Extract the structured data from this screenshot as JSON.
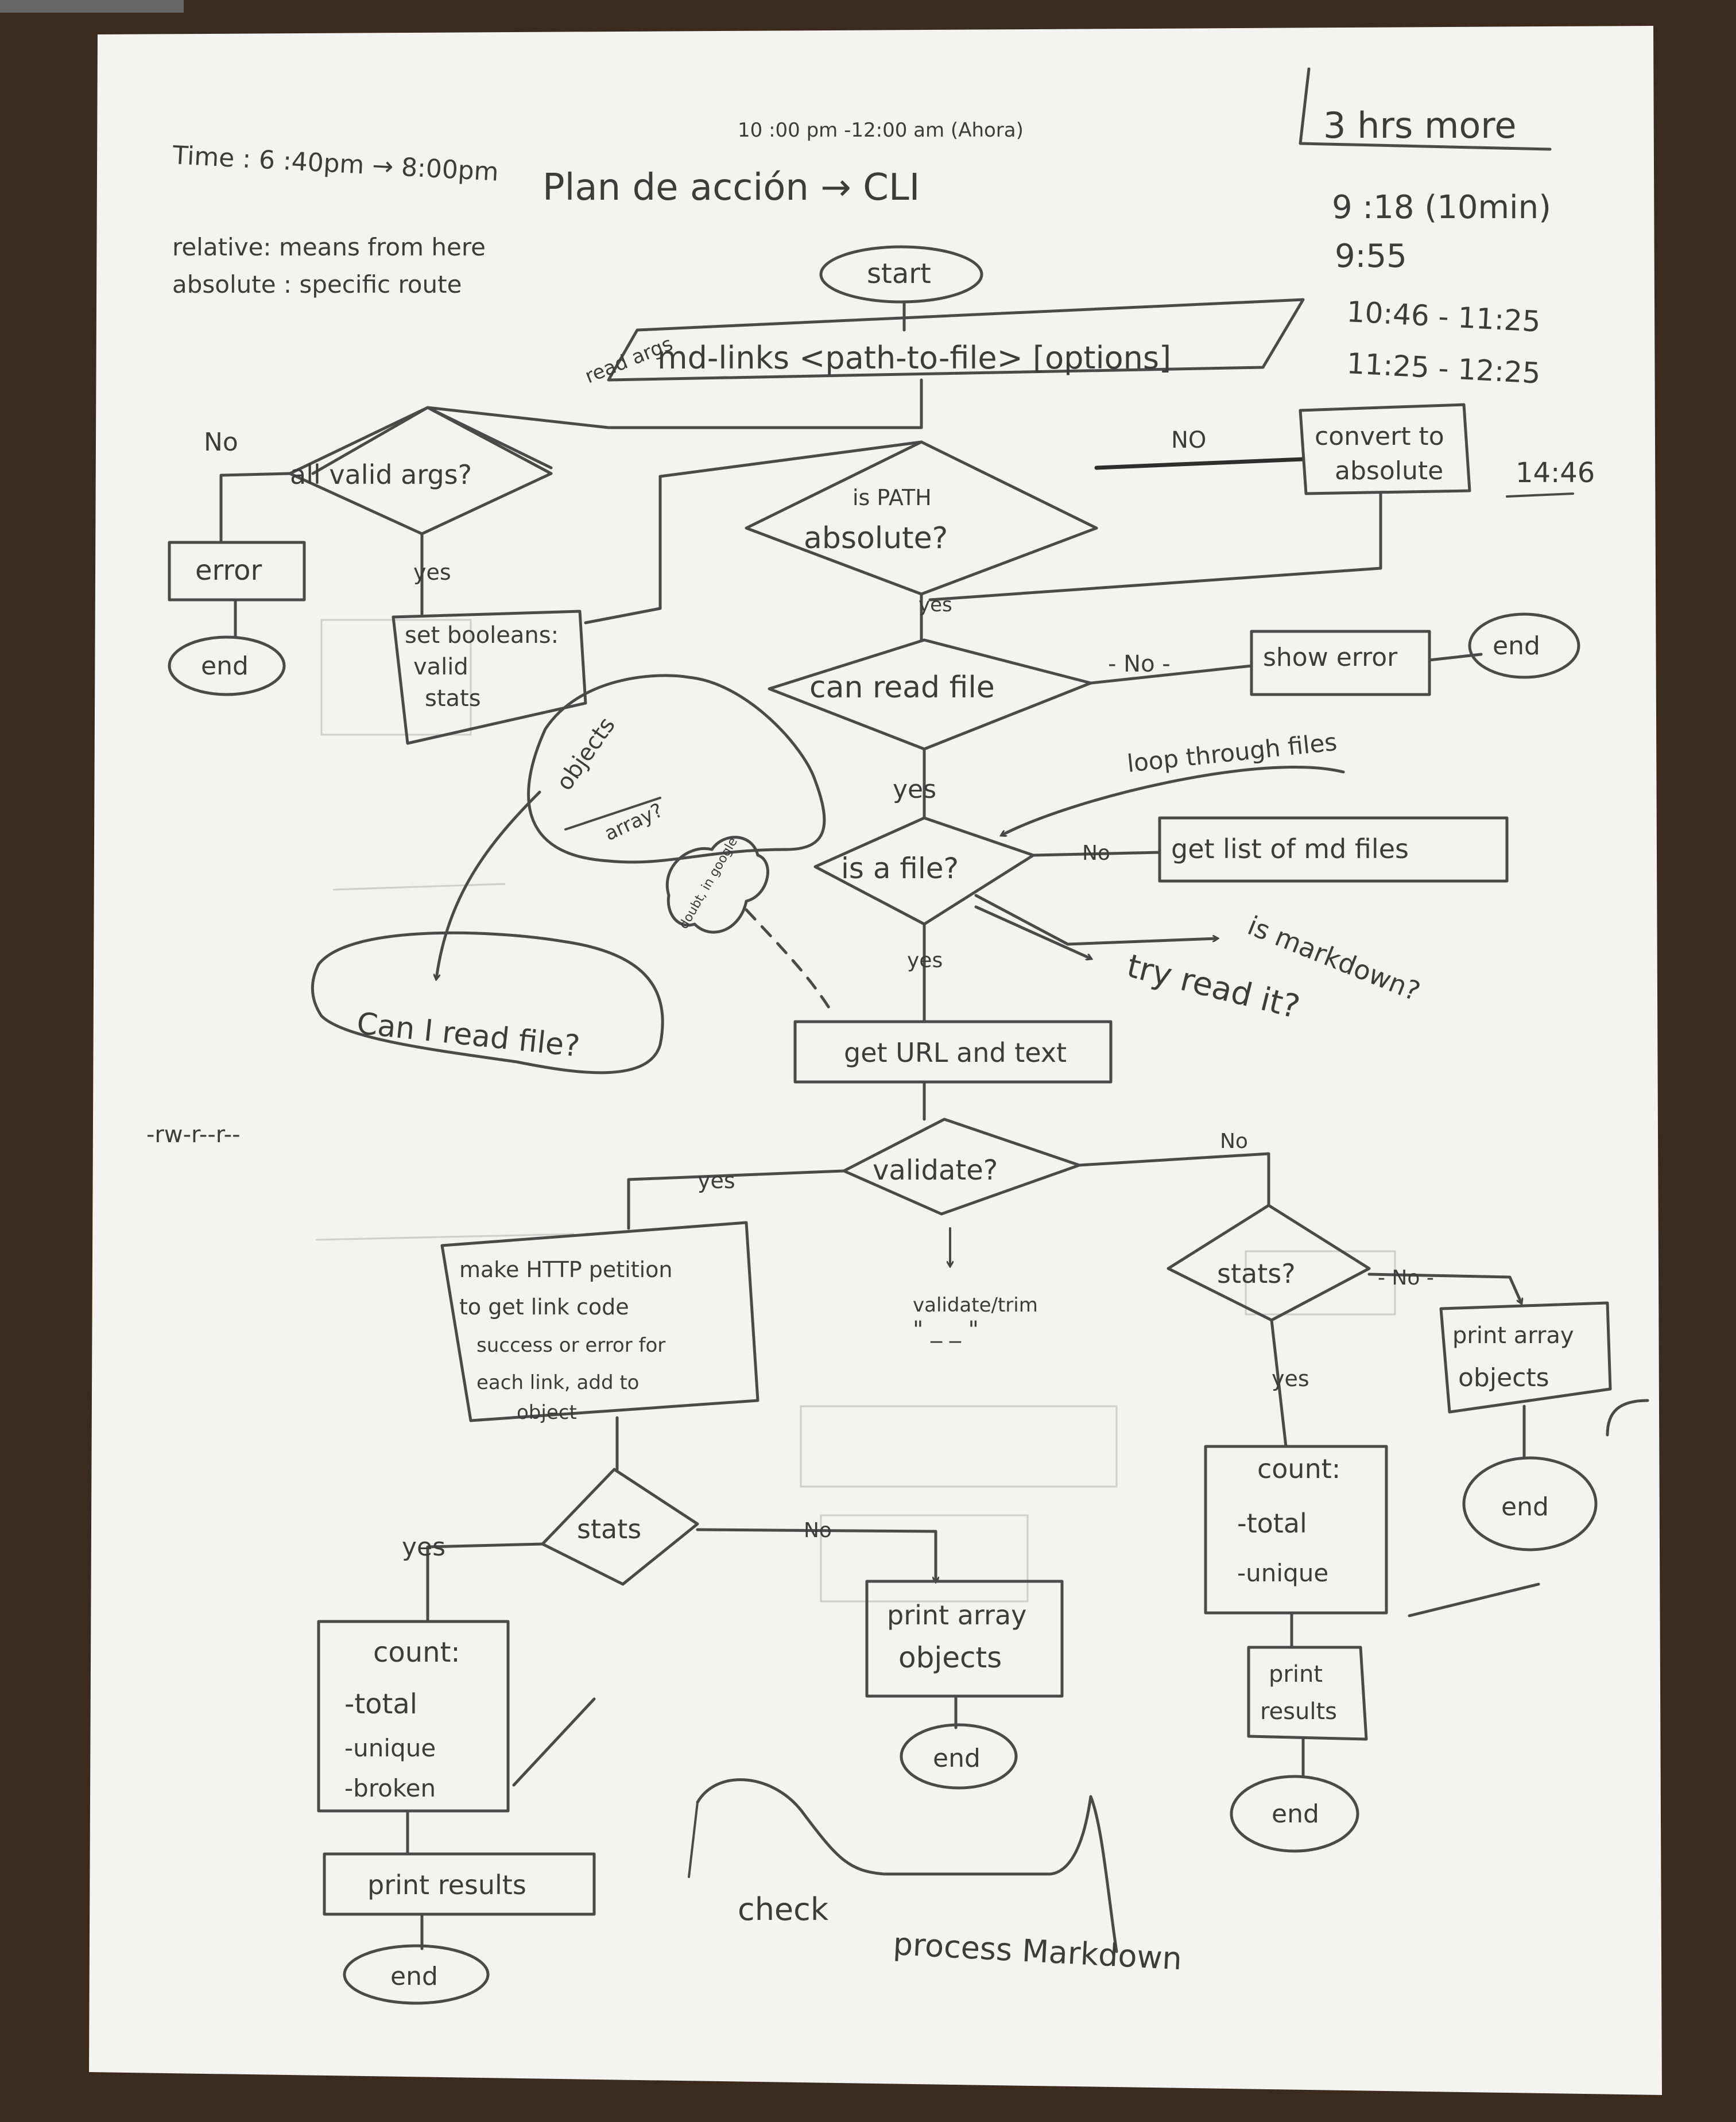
{
  "header": {
    "time": "Time : 6 :40pm → 8:00pm",
    "time2": "10 :00 pm  -12:00 am (Ahora)",
    "title": "Plan de acción → CLI",
    "relative": "relative: means from here",
    "absolute": "absolute : specific route"
  },
  "timelog": {
    "total": "3 hrs more",
    "entries": [
      "9 :18 (10min)",
      "9:55",
      "10:46 - 11:25",
      "11:25 - 12:25",
      "14:46"
    ]
  },
  "flow": {
    "start": "start",
    "read_args": "read args",
    "command": "md-links  <path-to-file> [options]",
    "all_valid_args": "all valid args?",
    "no": "No",
    "error": "error",
    "end": "end",
    "yes": "yes",
    "set_booleans": [
      "set booleans:",
      "valid",
      "stats"
    ],
    "is_path_absolute": [
      "is PATH",
      "absolute?"
    ],
    "no_upper": "NO",
    "convert_to_absolute": [
      "convert to",
      "absolute"
    ],
    "can_read_file": "can read file",
    "no_dash": "- No -",
    "show_error": "show error",
    "is_a_file": "is a file?",
    "no_small": "No",
    "get_list_md": "get list of md files",
    "loop_files": "loop through files",
    "is_markdown": "is markdown?",
    "try_read_it": "try read it?",
    "get_url_text": "get URL and text",
    "validate": "validate?",
    "validate_trim": "validate/trim",
    "validate_quote": "\" _ _ \"",
    "make_http": [
      "make HTTP petition",
      "to get link code",
      "success or error for",
      "each link, add to",
      "object"
    ],
    "stats_left": "stats",
    "stats_right": "stats?",
    "print_array_objects": [
      "print array",
      "objects"
    ],
    "count_left": [
      "count:",
      "-total",
      "-unique",
      "-broken"
    ],
    "count_right": [
      "count:",
      "-total",
      "-unique"
    ],
    "print_results": "print results",
    "print_results_stacked": [
      "print",
      "results"
    ]
  },
  "notes": {
    "objects": "objects",
    "array": "array?",
    "doubt": "doubt, in google",
    "can_i_read": "Can I read file?",
    "permissions": "-rw-r--r--",
    "check": "check",
    "process_markdown": "process Markdown"
  }
}
